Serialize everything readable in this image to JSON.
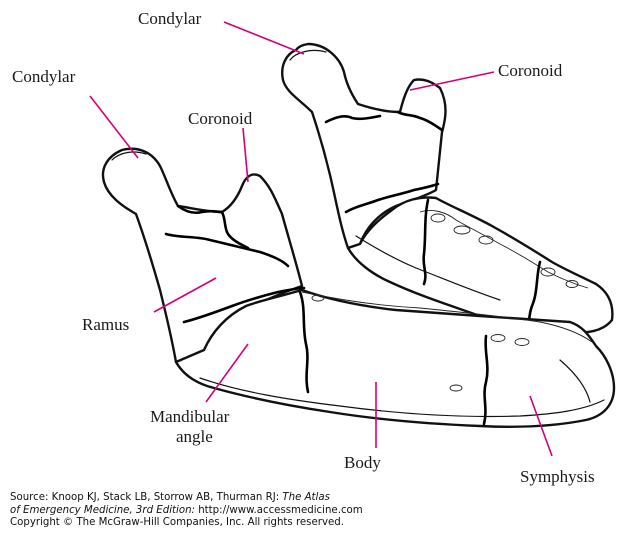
{
  "figure": {
    "labels": {
      "condylar_right": "Condylar",
      "condylar_left": "Condylar",
      "coronoid_right": "Coronoid",
      "coronoid_left": "Coronoid",
      "ramus": "Ramus",
      "mandibular_angle_line1": "Mandibular",
      "mandibular_angle_line2": "angle",
      "body": "Body",
      "symphysis": "Symphysis"
    },
    "leader_color": "#d4007a"
  },
  "credits": {
    "source_prefix": "Source: Knoop KJ, Stack LB, Storrow AB, Thurman RJ: ",
    "source_title_1": "The Atlas",
    "source_title_2": "of Emergency Medicine, 3rd Edition:",
    "source_url": " http://www.accessmedicine.com",
    "copyright": "Copyright © The McGraw-Hill Companies, Inc. All rights reserved."
  }
}
